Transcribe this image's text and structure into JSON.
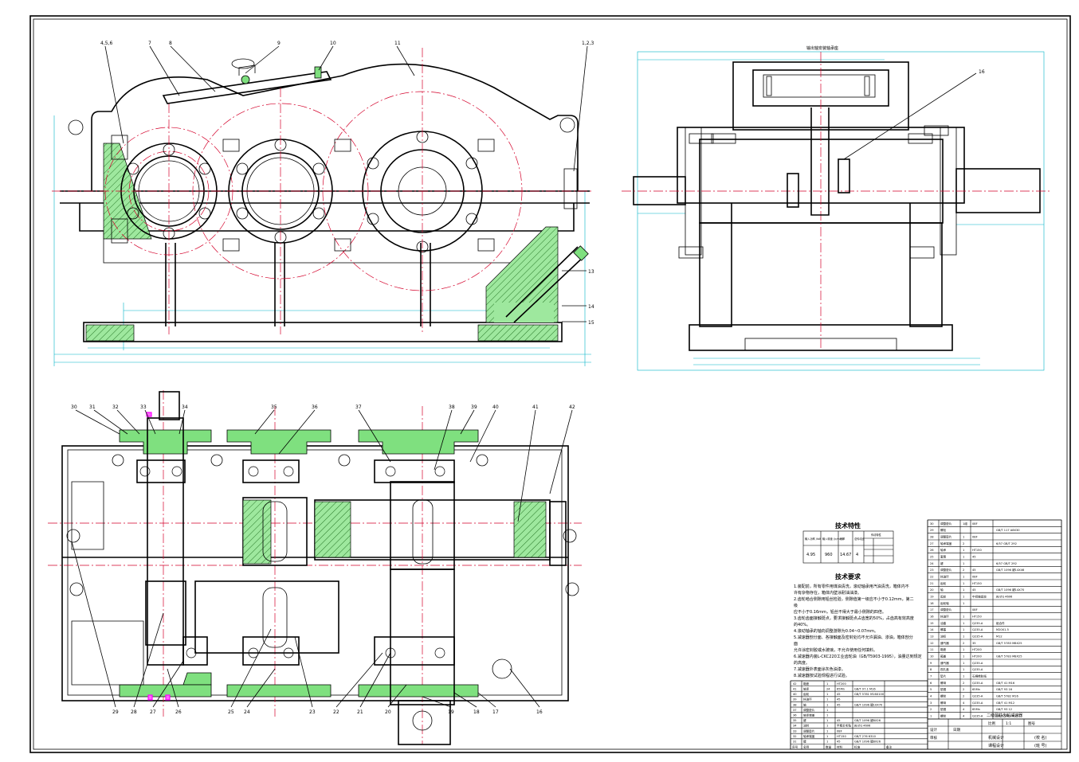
{
  "drawing": {
    "top_view_callouts": [
      "4,5,6",
      "7",
      "8",
      "9",
      "10",
      "11",
      "1,2,3"
    ],
    "side_callouts": [
      "13",
      "14",
      "15"
    ],
    "right_view_callouts": [
      "16"
    ],
    "bottom_callouts_top": [
      "30",
      "31",
      "32",
      "33",
      "34",
      "35",
      "36",
      "37",
      "38",
      "39",
      "40",
      "41",
      "42"
    ],
    "bottom_callouts_bottom": [
      "29",
      "28",
      "27",
      "26",
      "25",
      "24",
      "23",
      "22",
      "21",
      "20",
      "19",
      "18",
      "17",
      "16"
    ]
  },
  "tech_spec": {
    "title": "技术特性",
    "headers": [
      "输入功率 /kW",
      "输入转速 /(r/min)",
      "效率",
      "总传动比",
      "传动特性"
    ],
    "values": [
      "4.95",
      "960",
      "14.67",
      "4",
      ""
    ],
    "sub_title": "传动特性"
  },
  "tech_req": {
    "title": "技术要求",
    "lines": [
      "1.装配前，所有零件用煤油清洗，滚动轴承用汽油清洗，箱体内不",
      "  许有杂物存在，箱体内壁涂耐油油漆。",
      "2.齿轮啮合侧隙用铅丝检验，侧隙值第一级应不小于0.12mm，第二",
      "  级",
      "  应不小于0.16mm，铅丝不得大于最小侧隙的四倍。",
      "3.齿轮齿面接触斑点，要求接触斑点占齿宽的50%，占齿高有效高度",
      "  的40%。",
      "4.滚动轴承的轴向调整游隙为0.04~0.07mm。",
      "5.减速器剖分面、各接触面及密封处均不允许漏油、渗油，箱体剖分",
      "  面",
      "  允许涂密封胶或水玻璃，不允许使用任何填料。",
      "6.减速器内装L-CKC220工业齿轮油（GB/T5903-1995），油量达到规定",
      "  的高度。",
      "7.减速器外表面涂灰色油漆。",
      "8.减速器按试验规程进行试验。"
    ]
  },
  "bom_upper": [
    [
      "30",
      "调整垫片",
      "1组",
      "08F",
      ""
    ],
    [
      "29",
      "螺栓",
      "",
      "",
      "GB/T 117 A8X30"
    ],
    [
      "28",
      "调整垫片",
      "1",
      "08F",
      ""
    ],
    [
      "27",
      "轴承端盖",
      "2",
      "",
      "6/57 GB/T 292"
    ],
    [
      "26",
      "轴承",
      "1",
      "HT150",
      ""
    ],
    [
      "25",
      "套筒",
      "1",
      "45",
      ""
    ],
    [
      "24",
      "键",
      "1",
      "",
      "6/57 GB/T 292"
    ],
    [
      "23",
      "调整垫片",
      "2",
      "45",
      "GB/T 1096 键14X46"
    ],
    [
      "22",
      "挡油环",
      "1",
      "08F",
      ""
    ],
    [
      "21",
      "齿轮",
      "1",
      "HT150",
      ""
    ],
    [
      "20",
      "轴",
      "1",
      "45",
      "GB/T 1096 键14X70"
    ],
    [
      "19",
      "齿轮",
      "1",
      "中间轴齿轮",
      "JB/ZQ 4606"
    ],
    [
      "18",
      "齿轮轴",
      "1",
      "",
      ""
    ],
    [
      "17",
      "调整垫片",
      "",
      "08F",
      ""
    ],
    [
      "16",
      "挡油环",
      "1",
      "HT150",
      ""
    ],
    [
      "15",
      "油塞",
      "1",
      "Q235-A",
      "组合件"
    ],
    [
      "14",
      "螺塞",
      "1",
      "Q235-A",
      "M20X1.5"
    ],
    [
      "13",
      "油标",
      "1",
      "Q235-A",
      "M12"
    ],
    [
      "12",
      "通气器",
      "2",
      "35",
      "GB/T 5783 M8X25"
    ],
    [
      "11",
      "箱座",
      "1",
      "HT200",
      ""
    ],
    [
      "10",
      "箱盖",
      "1",
      "HT200",
      "GB/T 5783 M8X25"
    ],
    [
      "9",
      "通气器",
      "1",
      "Q235-A",
      ""
    ],
    [
      "8",
      "视孔盖",
      "1",
      "Q235-A",
      ""
    ]
  ],
  "bom_lower": [
    [
      "42",
      "箱座",
      "1",
      "HT200",
      ""
    ],
    [
      "41",
      "轴承",
      "24",
      "65Mn",
      "GB/T 97.1 M16"
    ],
    [
      "40",
      "齿轮",
      "1",
      "45",
      "GB/T 5781 M16X100"
    ],
    [
      "39",
      "挡油环",
      "1",
      "45",
      ""
    ],
    [
      "38",
      "轴",
      "1",
      "45",
      "GB/T 1096 键10X70"
    ],
    [
      "37",
      "调整垫片",
      "1",
      "",
      ""
    ],
    [
      "36",
      "轴承端盖",
      "1",
      "",
      ""
    ],
    [
      "35",
      "键",
      "1",
      "45",
      "GB/T 1096 键8X26"
    ],
    [
      "34",
      "油封",
      "1",
      "半粗羊毛毡",
      "JB/ZQ 4606"
    ],
    [
      "33",
      "调整垫片",
      "1",
      "08F",
      ""
    ],
    [
      "32",
      "轴承端盖",
      "1",
      "HT150",
      "GB/T 276 6310"
    ],
    [
      "31",
      "键",
      "1",
      "45",
      "GB/T 1096 键8X26"
    ]
  ],
  "bom_right_lower": [
    [
      "7",
      "垫片",
      "1",
      "石棉橡胶纸",
      ""
    ],
    [
      "6",
      "螺母",
      "2",
      "Q235-A",
      "GB/T 41 M16"
    ],
    [
      "5",
      "垫圈",
      "2",
      "65Mn",
      "GB/T 93 16"
    ],
    [
      "4",
      "螺栓",
      "2",
      "Q235-A",
      "GB/T 5782 M16"
    ],
    [
      "3",
      "螺母",
      "4",
      "Q235-A",
      "GB/T 41 M12"
    ],
    [
      "2",
      "垫圈",
      "4",
      "65Mn",
      "GB/T 93 12"
    ],
    [
      "1",
      "螺栓",
      "4",
      "Q235-A",
      "GB/T 5782 M12"
    ]
  ],
  "bom_headers": [
    "序号",
    "名称",
    "数量",
    "材料",
    "标准",
    "备注"
  ],
  "title_block": {
    "name": "二级圆柱齿轮减速器",
    "scale_label": "比例",
    "scale": "1:1",
    "sheet_label": "图号",
    "course": "机械设计",
    "course2": "课程设计",
    "school": "(校 名)",
    "class": "(班 号)",
    "design_label": "设计",
    "check_label": "审核",
    "date_label": "日期"
  },
  "right_view_title": "输出轴安装轴承座"
}
